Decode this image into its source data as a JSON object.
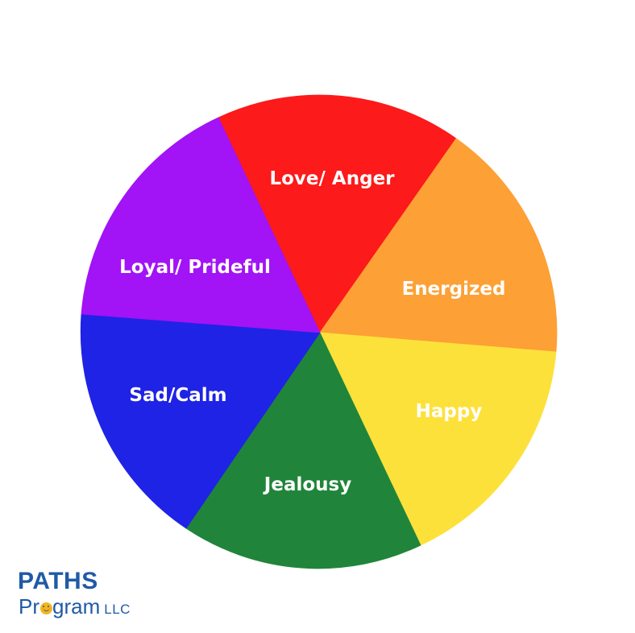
{
  "wheel": {
    "segments": [
      {
        "label": "Love/ Anger",
        "color": "#fc1a1a"
      },
      {
        "label": "Energized",
        "color": "#fda035"
      },
      {
        "label": "Happy",
        "color": "#fde13b"
      },
      {
        "label": "Jealousy",
        "color": "#20853a"
      },
      {
        "label": "Sad/Calm",
        "color": "#1f23e6"
      },
      {
        "label": "Loyal/ Prideful",
        "color": "#a213f6"
      }
    ],
    "label_color": "#ffffff"
  },
  "logo": {
    "name_top": "PATHS",
    "name_bottom_part1": "Pr",
    "name_bottom_part2": "gram",
    "suffix": "LLC",
    "icon": "smiley-o-icon",
    "brand_color": "#1f5aa6",
    "smile_color": "#f6b41c"
  }
}
